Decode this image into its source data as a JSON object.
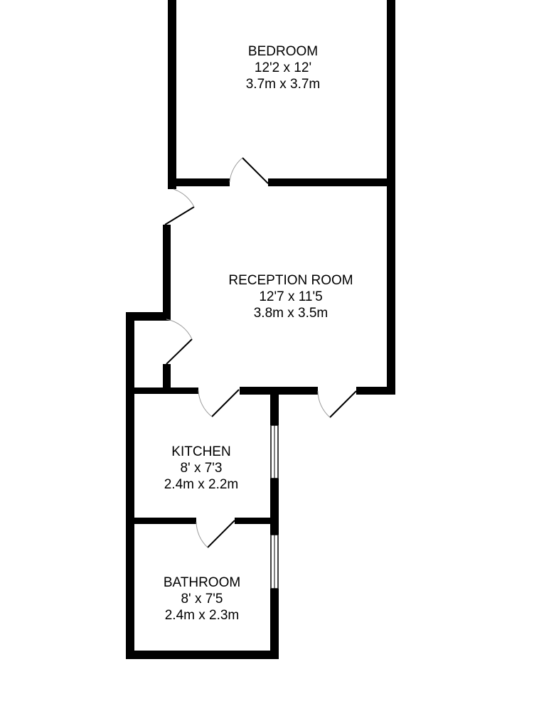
{
  "rooms": {
    "bedroom": {
      "name": "BEDROOM",
      "imperial": "12'2 x 12'",
      "metric": "3.7m x 3.7m"
    },
    "reception": {
      "name": "RECEPTION ROOM",
      "imperial": "12'7 x 11'5",
      "metric": "3.8m x 3.5m"
    },
    "kitchen": {
      "name": "KITCHEN",
      "imperial": "8' x 7'3",
      "metric": "2.4m x 2.2m"
    },
    "bathroom": {
      "name": "BATHROOM",
      "imperial": "8' x 7'5",
      "metric": "2.4m x 2.3m"
    }
  },
  "colors": {
    "wall": "#000000",
    "background": "#ffffff",
    "door_swing": "#9a9a9a"
  }
}
